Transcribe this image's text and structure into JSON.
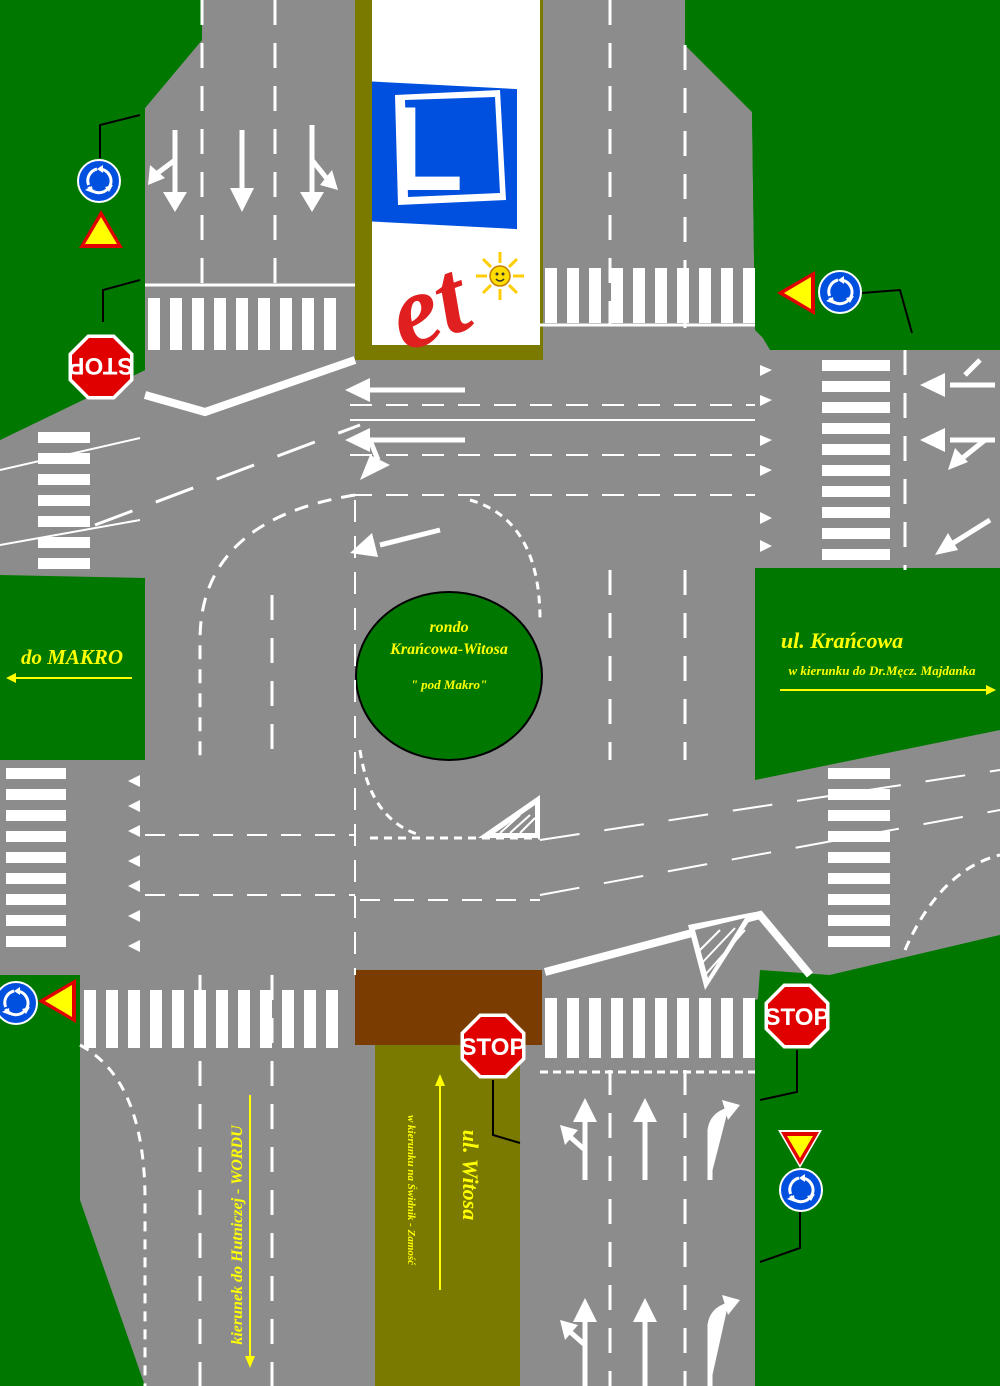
{
  "colors": {
    "grass": "#007800",
    "road": "#8c8c8c",
    "marking": "#ffffff",
    "label": "#ffff00",
    "olive_median": "#7a7a00",
    "brown_median": "#7a3c00",
    "stop_red": "#e00000",
    "roundabout_sign_blue": "#0050e0",
    "yield_yellow": "#ffff00"
  },
  "roundabout": {
    "line1": "rondo",
    "line2": "Krańcowa-Witosa",
    "line3": "\" pod Makro\""
  },
  "west": {
    "label": "do MAKRO"
  },
  "east": {
    "street": "ul. Krańcowa",
    "direction": "w kierunku do Dr.Męcz. Majdanka"
  },
  "south_left": {
    "direction": "kierunek do Hutniczej  - WORDU"
  },
  "south_right": {
    "street": "ul. Witosa",
    "direction": "w kierunku na Świdnik - Zamość"
  },
  "billboard": {
    "letter": "L",
    "text": "et",
    "icon": "sun-icon"
  },
  "signs": {
    "stop_text": "STOP",
    "roundabout_icon": "roundabout-sign-icon",
    "yield_icon": "yield-sign-icon"
  }
}
